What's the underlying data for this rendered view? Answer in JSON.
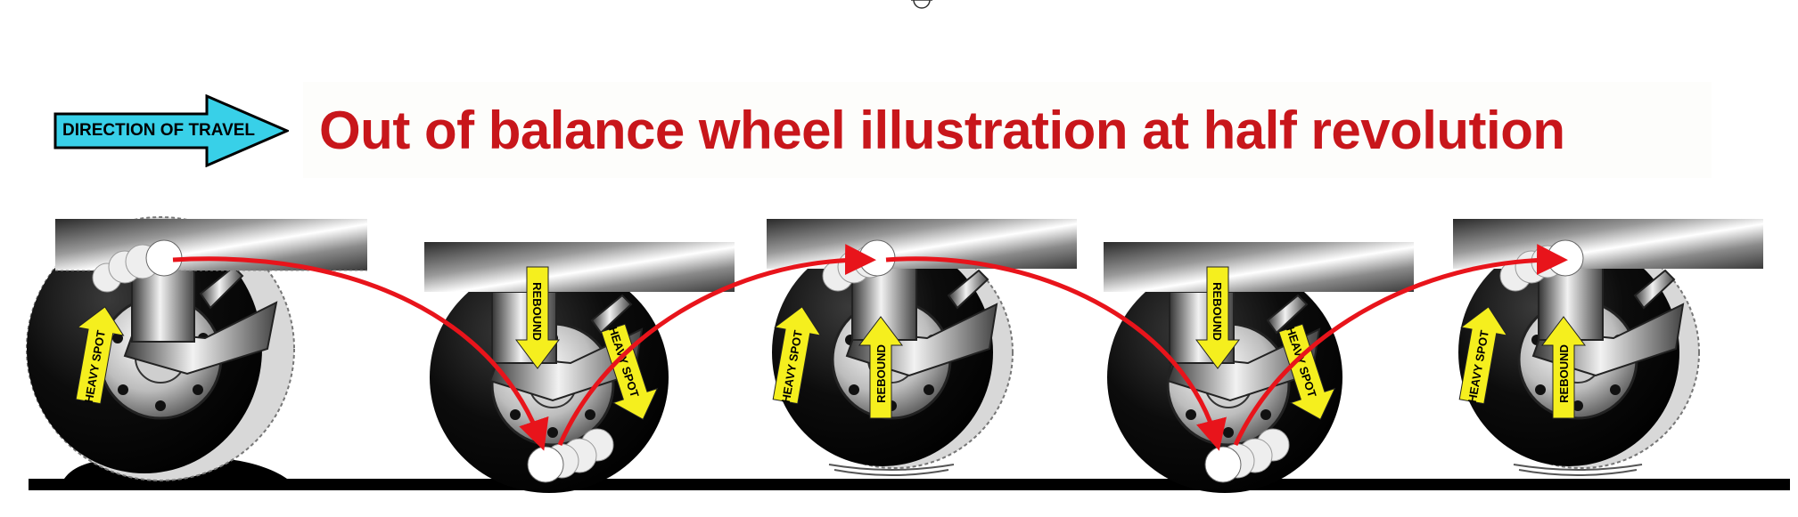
{
  "title": "Out of balance wheel illustration at half revolution",
  "direction_label": "DIRECTION OF TRAVEL",
  "heavy_spot_label": "HEAVY SPOT",
  "rebound_label": "REBOUND",
  "colors": {
    "title": "#c8161b",
    "direction_arrow_fill": "#38d0e8",
    "path_arrow": "#e8141b",
    "label_arrow": "#f5ef1e",
    "tire": "#0a0a0a",
    "road": "#000000"
  },
  "wheels": [
    {
      "position": "raised",
      "heavy_spot": "top",
      "label": "HEAVY SPOT"
    },
    {
      "position": "lowered",
      "heavy_spot": "bottom",
      "labels": [
        "REBOUND",
        "HEAVY SPOT"
      ]
    },
    {
      "position": "raised",
      "heavy_spot": "top",
      "labels": [
        "HEAVY SPOT",
        "REBOUND"
      ]
    },
    {
      "position": "lowered",
      "heavy_spot": "bottom",
      "labels": [
        "REBOUND",
        "HEAVY SPOT"
      ]
    },
    {
      "position": "raised",
      "heavy_spot": "top",
      "labels": [
        "HEAVY SPOT",
        "REBOUND"
      ]
    }
  ]
}
